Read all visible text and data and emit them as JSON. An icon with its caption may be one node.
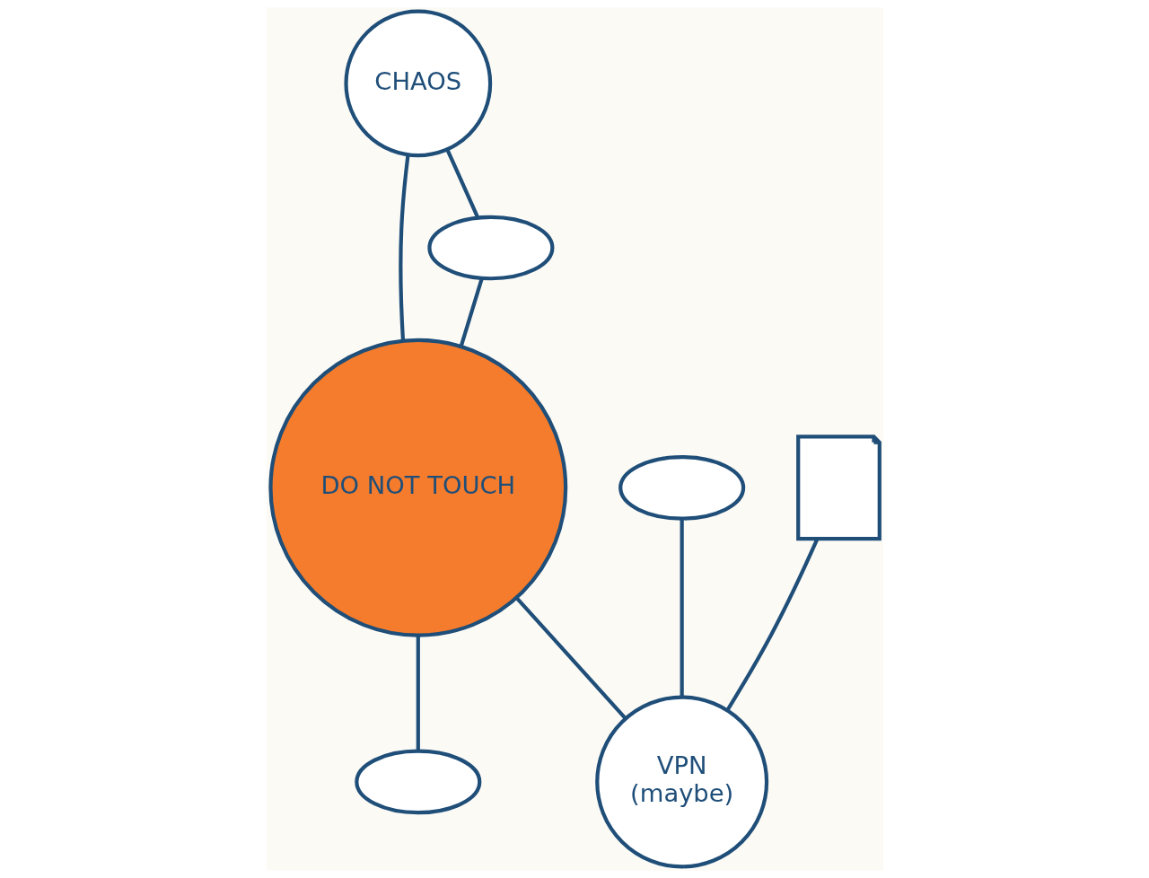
{
  "diagram": {
    "nodes": [
      {
        "text": [
          "CHAOS"
        ]
      },
      {
        "text": [],
        "shape": "cloud"
      },
      {
        "text": [
          "DO NOT TOUCH"
        ]
      },
      {
        "text": [],
        "shape": "cloud"
      },
      {
        "text": [],
        "shape": "cloud"
      },
      {
        "text": [],
        "shape": "document"
      },
      {
        "text": [
          "VPN",
          "(maybe)"
        ]
      }
    ],
    "edges": [
      {
        "from": 0,
        "to": 2,
        "arrow": "none"
      },
      {
        "from": 0,
        "to": 3,
        "arrow": "none"
      },
      {
        "from": 3,
        "to": 2,
        "arrow": "none"
      },
      {
        "from": 2,
        "to": 1,
        "arrow": "none"
      },
      {
        "from": 2,
        "to": 6,
        "arrow": "none"
      },
      {
        "from": 4,
        "to": 6,
        "arrow": "none"
      },
      {
        "from": 5,
        "to": 6,
        "arrow": "none"
      }
    ]
  }
}
